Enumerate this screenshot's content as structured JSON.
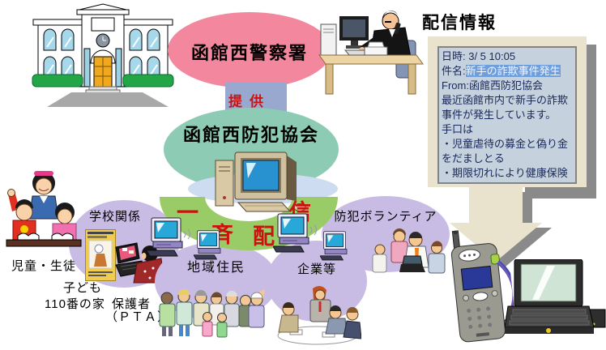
{
  "colors": {
    "pink": "#f2879d",
    "teal": "#8ecbb5",
    "green_arc": "#99cc66",
    "purple": "#c9bce4",
    "beige_panel": "#e9e2cc",
    "provide_blue": "#98a8ce",
    "red_text": "#cc1111",
    "screen_bg": "#c6d1de",
    "highlight": "#6f9edd",
    "shadow_gray": "#8a8a8a"
  },
  "police": {
    "label": "函館西警察署"
  },
  "provide": {
    "label": "提供"
  },
  "association": {
    "label": "函館西防犯協会"
  },
  "broadcast": {
    "chars": [
      "一",
      "斉",
      "配",
      "信"
    ]
  },
  "groups": {
    "children_label": "児童・生徒",
    "school_label": "学校関係",
    "kodomo_line1": "子ども",
    "kodomo_line2": "110番の家",
    "hogosha_label": "保護者",
    "pta_label": "（ＰＴＡ）",
    "residents_label": "地域住民",
    "companies_label": "企業等",
    "volunteers_label": "防犯ボランティア"
  },
  "panel": {
    "title": "配信情報",
    "screen": {
      "line1": "日時: 3/ 5 10:05",
      "line2_label": "件名:",
      "line2_value": "新手の詐欺事件発生",
      "line3_label": "From:",
      "line3_value": "函館西防犯協会",
      "line4": "最近函館市内で新手の詐欺",
      "line5": "事件が発生しています。",
      "line6": "手口は",
      "line7": "・児童虐待の募金と偽り金",
      "line8": "をだましとる",
      "line9": "・期限切れにより健康保険"
    }
  }
}
